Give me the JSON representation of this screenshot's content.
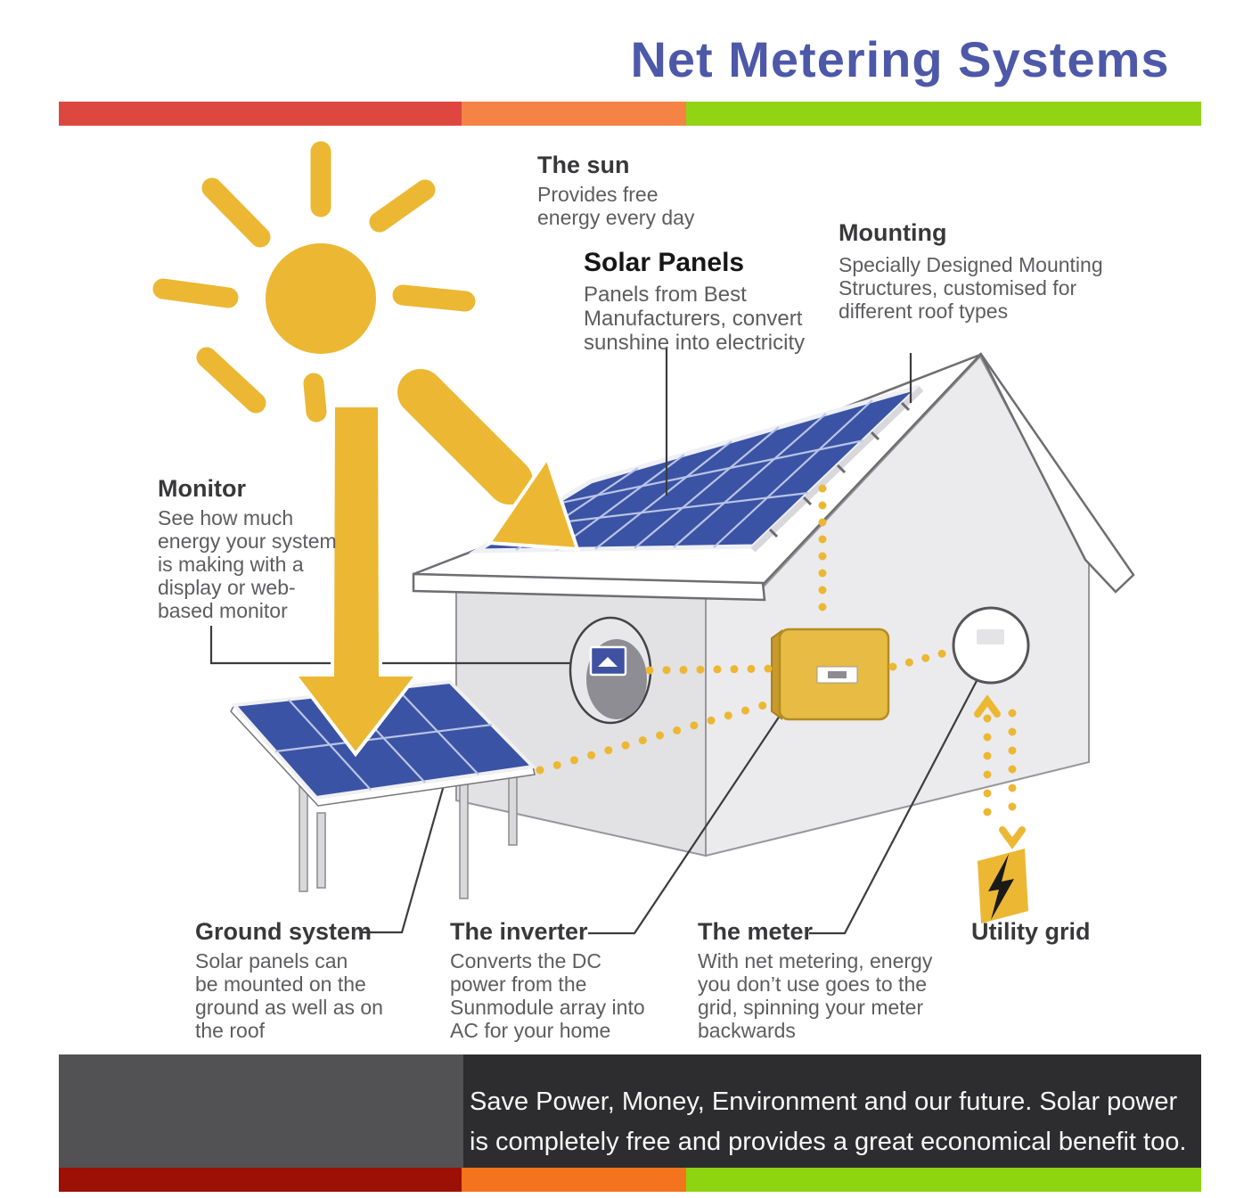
{
  "title": "Net Metering Systems",
  "colors": {
    "title_blue": "#4d59a8",
    "accent_yellow": "#ecb732",
    "panel_blue": "#3b53a4",
    "house_gray": "#e6e6e8",
    "top_bar": [
      "#dd4740",
      "#f58345",
      "#92d414"
    ],
    "bottom_bar": [
      "#9c1006",
      "#f4731d",
      "#8fd411"
    ],
    "banner_grays": [
      "#525254",
      "#2d2d2f"
    ]
  },
  "labels": {
    "sun": {
      "heading": "The sun",
      "body": [
        "Provides free",
        "energy every day"
      ]
    },
    "solar_panels": {
      "heading": "Solar Panels",
      "body": [
        "Panels from Best",
        "Manufacturers, convert",
        "sunshine into electricity"
      ]
    },
    "mounting": {
      "heading": "Mounting",
      "body": [
        "Specially Designed Mounting",
        "Structures, customised for",
        "different roof types"
      ]
    },
    "monitor": {
      "heading": "Monitor",
      "body": [
        "See how much",
        "energy your system",
        "is making with a",
        "display or web-",
        "based monitor"
      ]
    },
    "ground_system": {
      "heading": "Ground system",
      "body": [
        "Solar panels can",
        "be mounted on the",
        "ground as well as on",
        "the roof"
      ]
    },
    "inverter": {
      "heading": "The inverter",
      "body": [
        "Converts the DC",
        "power from the",
        "Sunmodule array into",
        "AC for your home"
      ]
    },
    "meter": {
      "heading": "The meter",
      "body": [
        "With net metering, energy",
        "you don’t use goes to the",
        "grid, spinning your meter",
        "backwards"
      ]
    },
    "utility_grid": {
      "heading": "Utility grid"
    }
  },
  "banner": {
    "line1": "Save Power, Money, Environment and our future. Solar power",
    "line2": "is completely free and provides a great economical benefit too."
  }
}
